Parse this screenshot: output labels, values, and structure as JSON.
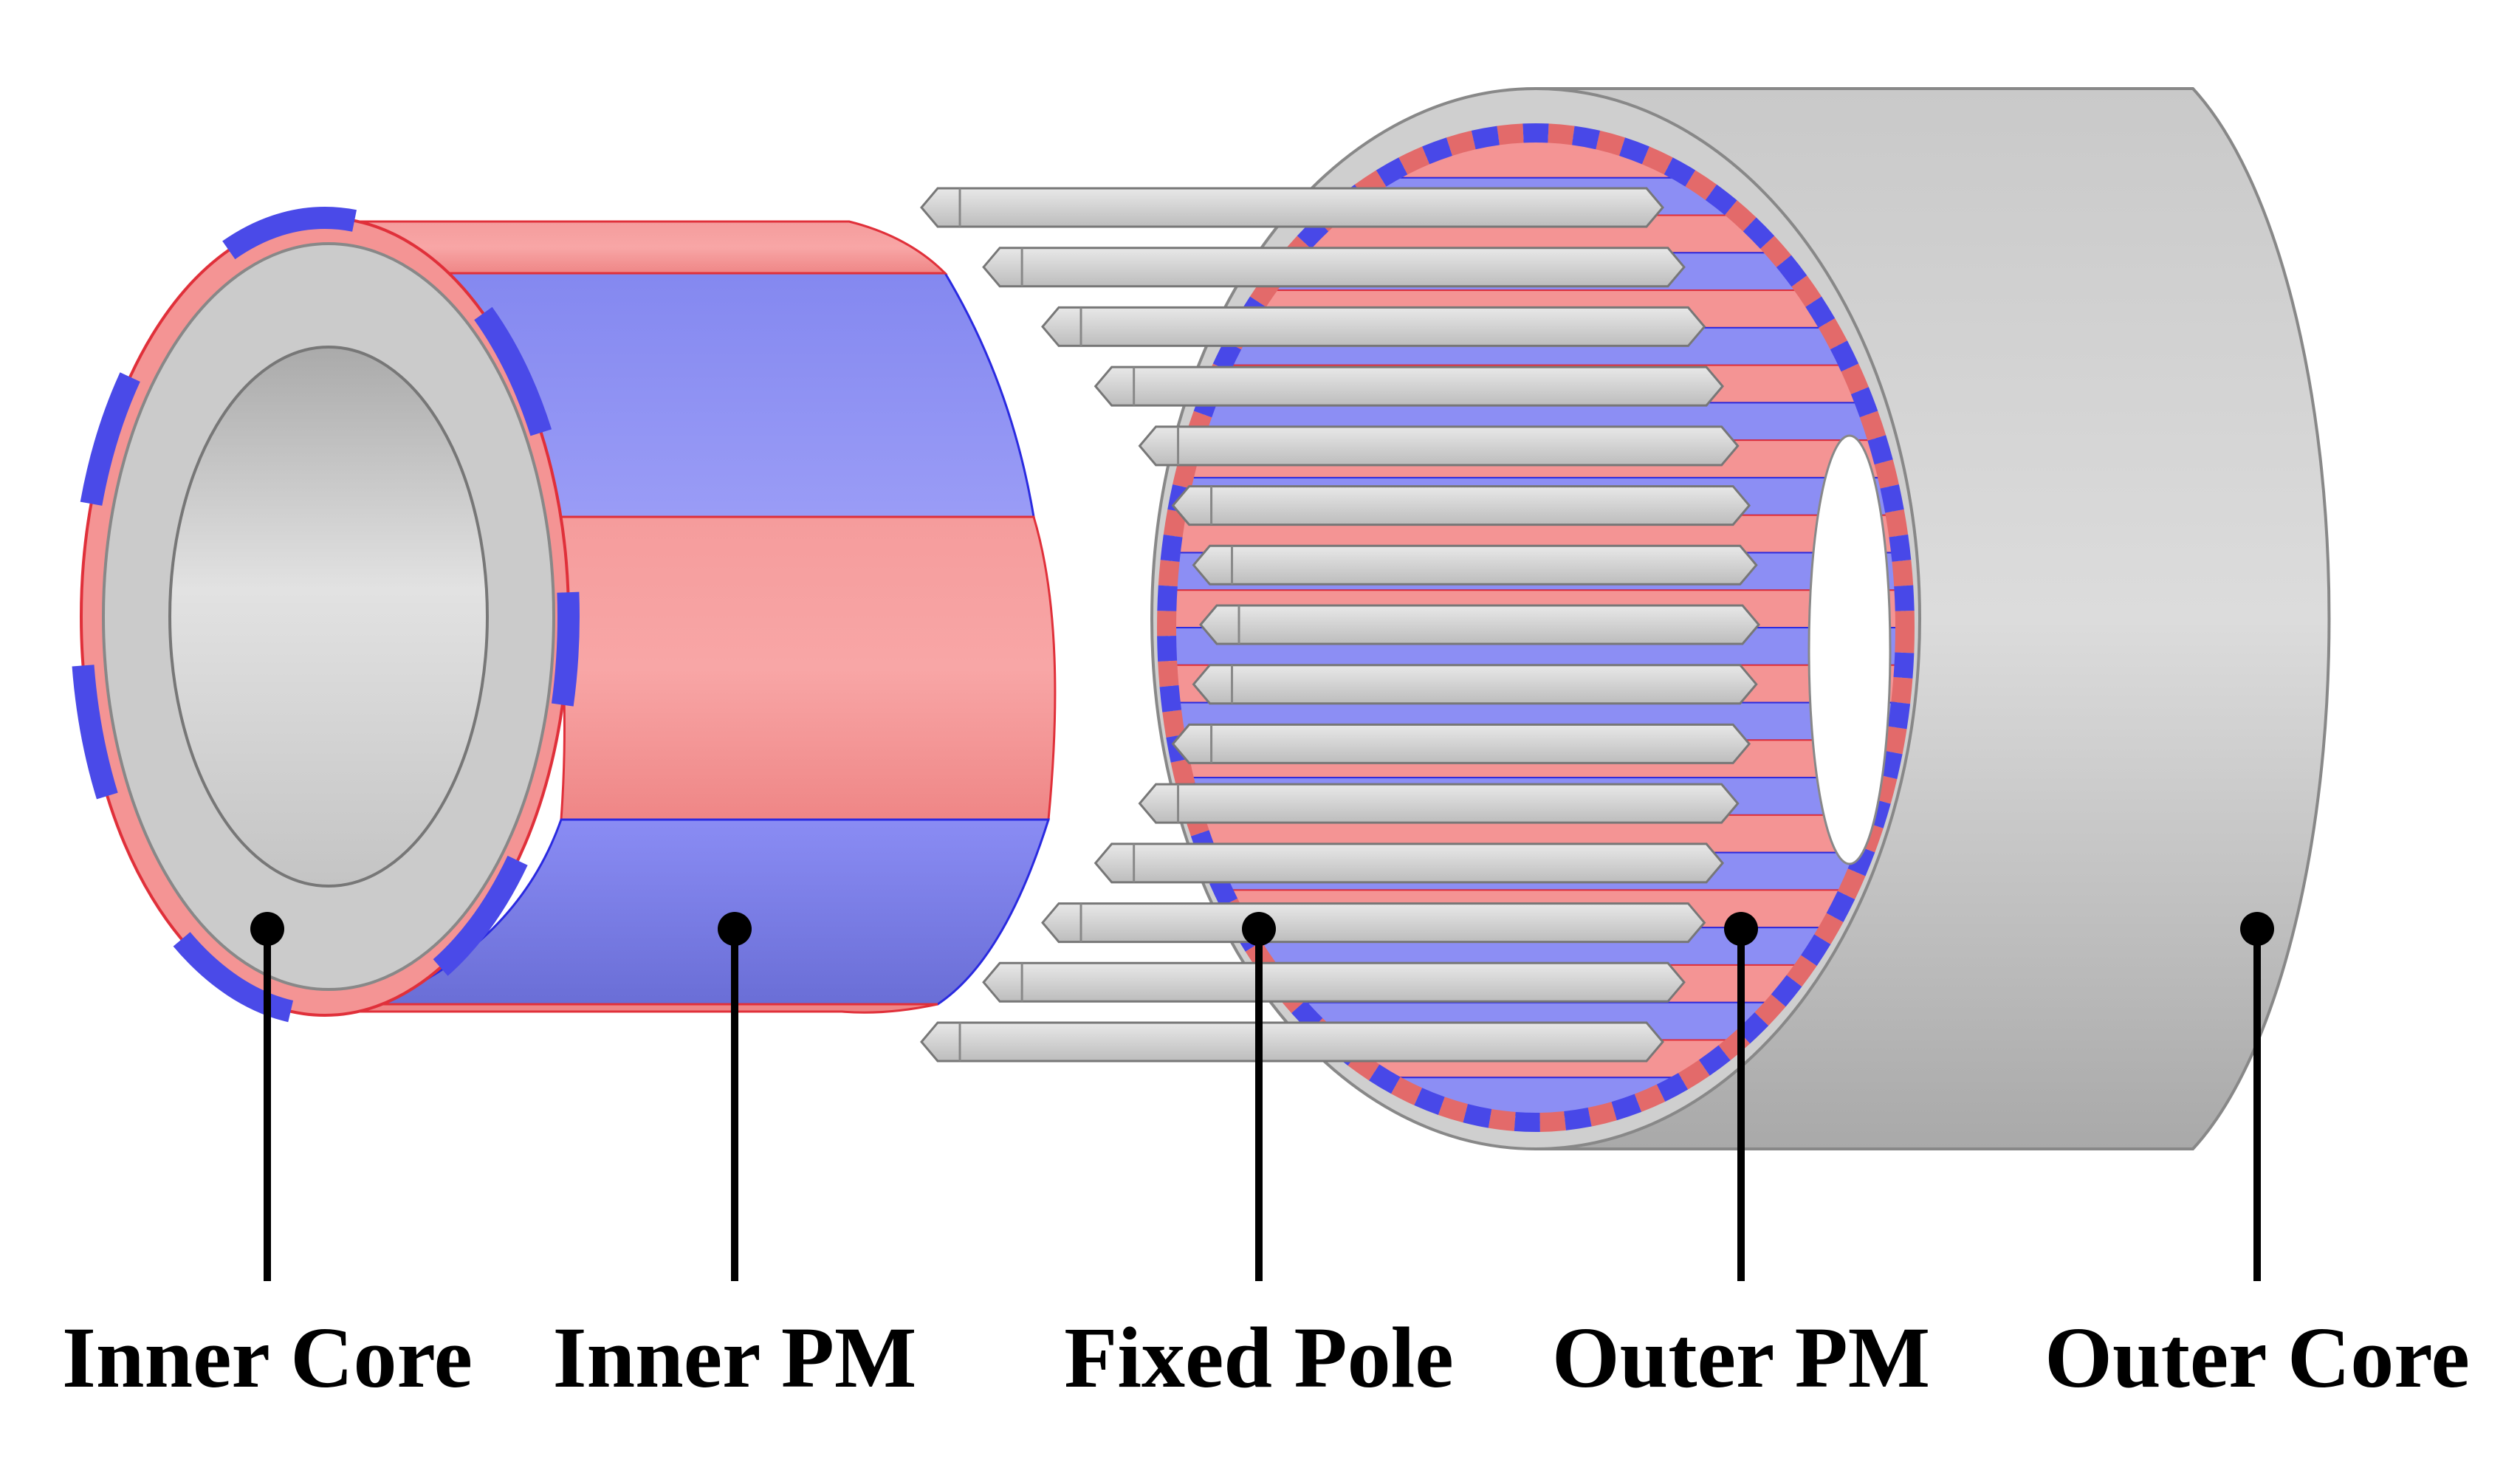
{
  "labels": {
    "inner_core": "Inner Core",
    "inner_pm": "Inner PM",
    "fixed_pole": "Fixed Pole",
    "outer_pm": "Outer PM",
    "outer_core": "Outer Core"
  },
  "colors": {
    "red_pole": "#f49494",
    "blue_pole": "#8c8ef4",
    "steel": "#d6d6d6",
    "steel_dark": "#a8a8a8",
    "edge_red": "#e0303a",
    "edge_blue": "#2a2ae0",
    "leader": "#000000"
  }
}
